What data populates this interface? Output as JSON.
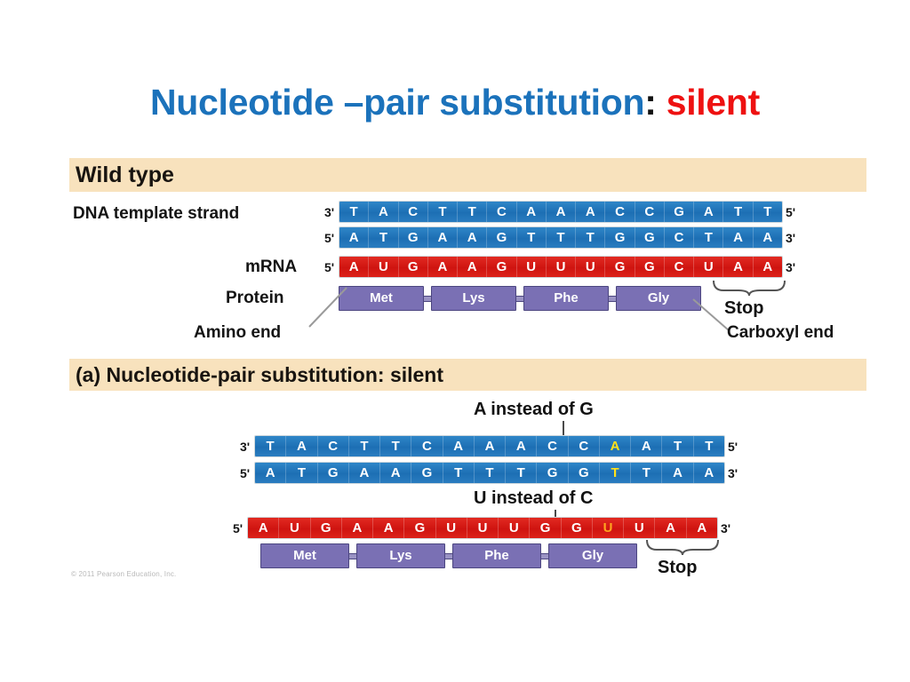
{
  "title": {
    "main": "Nucleotide –pair substitution",
    "colon": ":",
    "accent": "silent",
    "main_color": "#1b72bb",
    "accent_color": "#ee1111"
  },
  "bands": {
    "wild_type": "Wild type",
    "section_a": "(a) Nucleotide-pair substitution: silent",
    "band_color": "#f8e2bd"
  },
  "colors": {
    "dna_strand": "#1d6fb4",
    "mrna_strand": "#cf1410",
    "protein_box": "#7a70b4",
    "mutation_dna": "#ffe11a",
    "mutation_rna": "#ffa51f"
  },
  "wild_type": {
    "dna_label": "DNA template strand",
    "mrna_label": "mRNA",
    "protein_label": "Protein",
    "amino_end_label": "Amino end",
    "carboxyl_end_label": "Carboxyl end",
    "stop_label": "Stop",
    "template_strand": {
      "left_tick": "3'",
      "right_tick": "5'",
      "bases": [
        "T",
        "A",
        "C",
        "T",
        "T",
        "C",
        "A",
        "A",
        "A",
        "C",
        "C",
        "G",
        "A",
        "T",
        "T"
      ]
    },
    "coding_strand": {
      "left_tick": "5'",
      "right_tick": "3'",
      "bases": [
        "A",
        "T",
        "G",
        "A",
        "A",
        "G",
        "T",
        "T",
        "T",
        "G",
        "G",
        "C",
        "T",
        "A",
        "A"
      ]
    },
    "mrna": {
      "left_tick": "5'",
      "right_tick": "3'",
      "bases": [
        "A",
        "U",
        "G",
        "A",
        "A",
        "G",
        "U",
        "U",
        "U",
        "G",
        "G",
        "C",
        "U",
        "A",
        "A"
      ]
    },
    "protein": [
      "Met",
      "Lys",
      "Phe",
      "Gly"
    ]
  },
  "mutant": {
    "dna_annotation": "A instead of G",
    "mrna_annotation": "U instead of C",
    "stop_label": "Stop",
    "template_strand": {
      "left_tick": "3'",
      "right_tick": "5'",
      "bases": [
        "T",
        "A",
        "C",
        "T",
        "T",
        "C",
        "A",
        "A",
        "A",
        "C",
        "C",
        "A",
        "A",
        "T",
        "T"
      ],
      "mutation_index": 11
    },
    "coding_strand": {
      "left_tick": "5'",
      "right_tick": "3'",
      "bases": [
        "A",
        "T",
        "G",
        "A",
        "A",
        "G",
        "T",
        "T",
        "T",
        "G",
        "G",
        "T",
        "T",
        "A",
        "A"
      ],
      "mutation_index": 11
    },
    "mrna": {
      "left_tick": "5'",
      "right_tick": "3'",
      "bases": [
        "A",
        "U",
        "G",
        "A",
        "A",
        "G",
        "U",
        "U",
        "U",
        "G",
        "G",
        "U",
        "U",
        "A",
        "A"
      ],
      "mutation_index": 11
    },
    "protein": [
      "Met",
      "Lys",
      "Phe",
      "Gly"
    ]
  },
  "copyright": "© 2011 Pearson Education, Inc."
}
